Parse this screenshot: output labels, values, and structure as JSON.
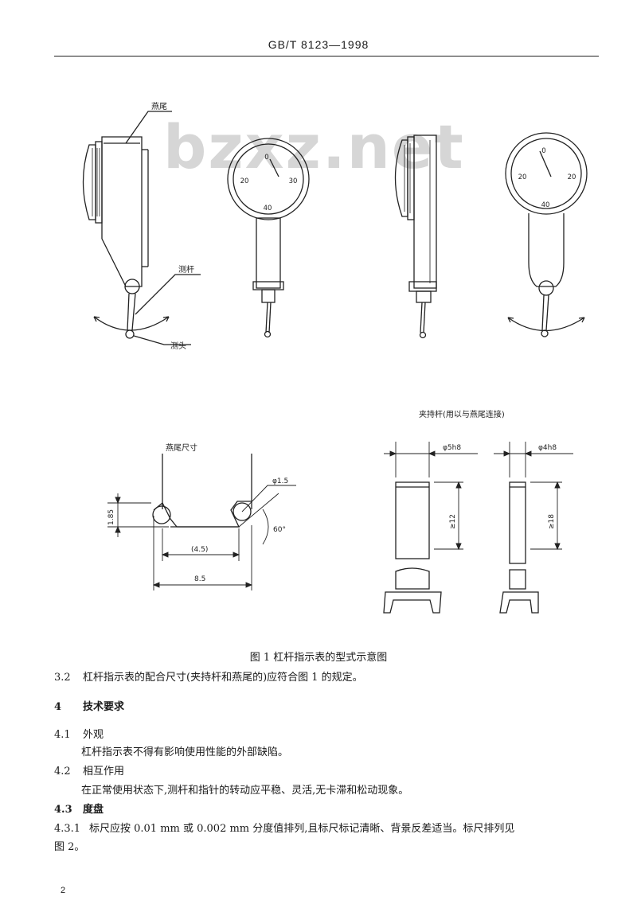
{
  "header": {
    "code": "GB/T 8123—1998"
  },
  "watermark": "bzxz.net",
  "figure1": {
    "labels": {
      "dovetail": "燕尾",
      "lever": "测杆",
      "probe": "测头",
      "dovetail_size": "燕尾尺寸",
      "clamp_rod": "夹持杆(用以与燕尾连接)"
    },
    "dial_a": {
      "top": "0",
      "left": "20",
      "right": "30",
      "bottom": "40"
    },
    "dial_b": {
      "top": "0",
      "left": "20",
      "right": "20",
      "bottom": "40"
    },
    "dims": {
      "height": "1.85",
      "inner": "(4.5)",
      "overall": "8.5",
      "ball": "φ1.5",
      "angle": "60°",
      "rod1_dia": "φ5h8",
      "rod2_dia": "φ4h8",
      "rod1_len": "≥12",
      "rod2_len": "≥18"
    },
    "caption": "图 1  杠杆指示表的型式示意图"
  },
  "paragraphs": [
    {
      "num": "3.2",
      "text": "杠杆指示表的配合尺寸(夹持杆和燕尾的)应符合图 1 的规定。"
    },
    {
      "num": "4",
      "text": "技术要求"
    },
    {
      "num": "4.1",
      "text": "外观"
    },
    {
      "num": "",
      "text": "杠杆指示表不得有影响使用性能的外部缺陷。"
    },
    {
      "num": "4.2",
      "text": "相互作用"
    },
    {
      "num": "",
      "text": "在正常使用状态下,测杆和指针的转动应平稳、灵活,无卡滞和松动现象。"
    },
    {
      "num": "4.3",
      "text": "度盘"
    },
    {
      "num": "4.3.1",
      "text": "标尺应按 0.01 mm 或 0.002 mm 分度值排列,且标尺标记清晰、背景反差适当。标尺排列见"
    },
    {
      "num": "",
      "text": "图 2。"
    }
  ],
  "page_number": "2"
}
